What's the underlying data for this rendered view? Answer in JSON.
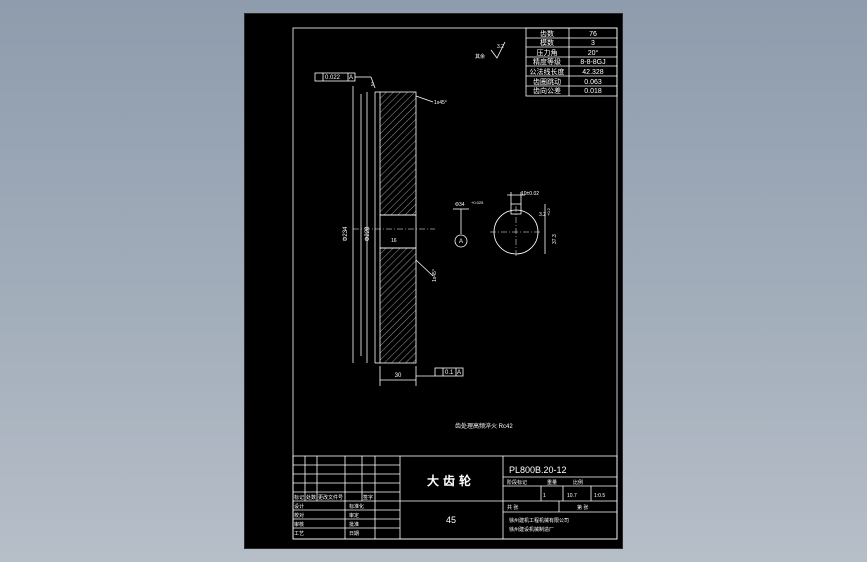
{
  "drawing": {
    "part_name": "大齿轮",
    "drawing_no": "PL800B.20-12",
    "material": "45",
    "heat_treatment_note": "齿处理高频淬火 Rc42",
    "roughness_note": "其余",
    "roughness_value": "3.2"
  },
  "gear_params": [
    {
      "label": "齿数",
      "value": "76"
    },
    {
      "label": "模数",
      "value": "3"
    },
    {
      "label": "压力角",
      "value": "20°"
    },
    {
      "label": "精度等级",
      "value": "8-8-8GJ"
    },
    {
      "label": "公法线长度",
      "value": "42.328"
    },
    {
      "label": "齿圈跳动",
      "value": "0.063"
    },
    {
      "label": "齿向公差",
      "value": "0.018"
    }
  ],
  "dimensions": {
    "chamfer_top": "1x45°",
    "chamfer_bottom": "1x45°",
    "runout_top": "0.022",
    "runout_bottom": "0.1",
    "datum": "A",
    "outer_dia": "Φ234",
    "pitch_dia": "Φ228",
    "width": "30",
    "bore_dia": "Φ34",
    "bore_tol": "+0.025",
    "key_width": "10±0.02",
    "key_depth": "37.3",
    "key_depth_tol": "+0.2",
    "r16": "16",
    "r3": "3.2",
    "angle": "16"
  },
  "title_block": {
    "row_labels": [
      "标记",
      "处数",
      "更改文件号",
      "签字",
      "日期"
    ],
    "roles": [
      "设计",
      "校对",
      "审核",
      "工艺"
    ],
    "roles2": [
      "标准化",
      "审定",
      "批准",
      "日期"
    ],
    "stage_label": "阶段标记",
    "weight_label": "重量",
    "scale_label": "比例",
    "weight_value": "10.7",
    "scale_value": "1:0.5",
    "qty_value": "1",
    "sheet_label": "共 张",
    "page_label": "第 张",
    "company_line1": "徐州建机工程机械有限公司",
    "company_line2": "徐州建设机械制造厂"
  }
}
